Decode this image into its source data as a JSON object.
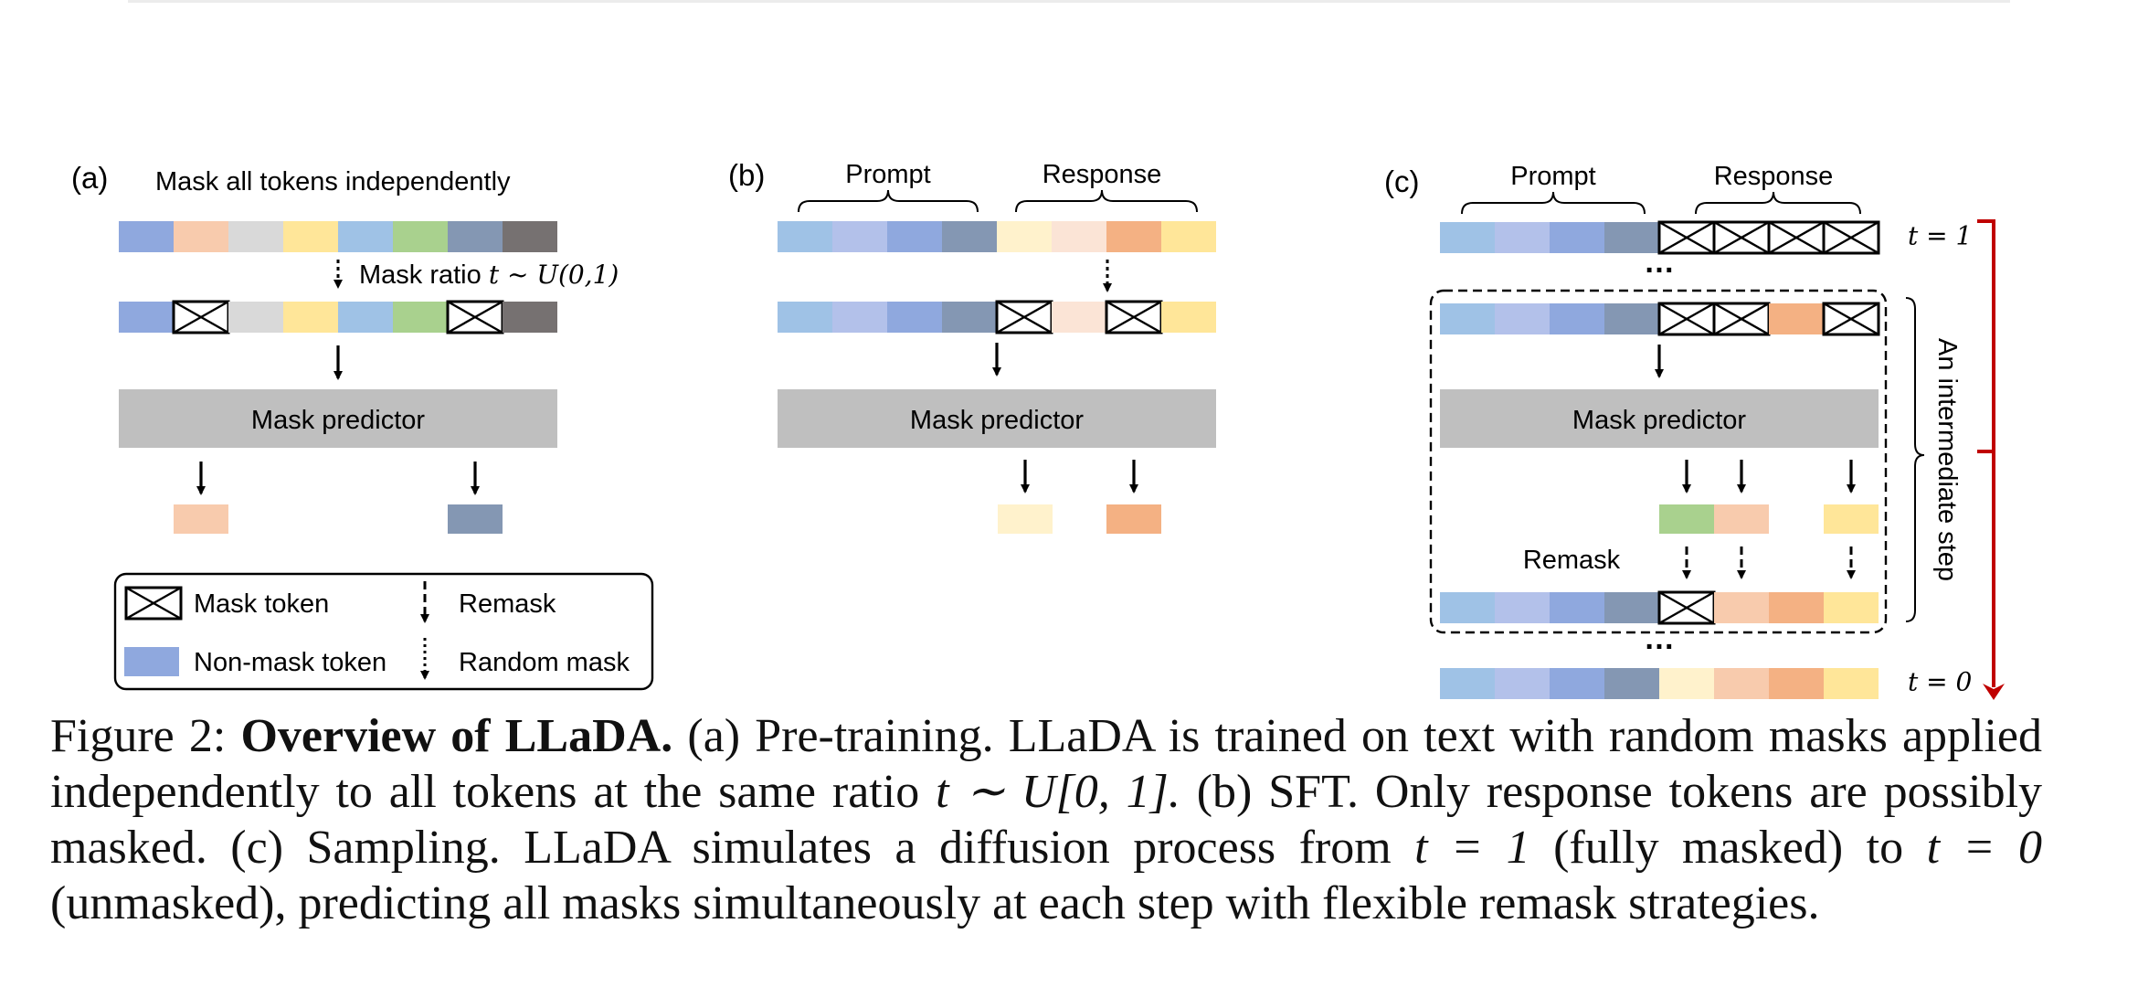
{
  "panel_a": {
    "label": "(a)",
    "title": "Mask all tokens independently",
    "mask_ratio_label": "Mask ratio",
    "mask_ratio_formula": "t ~ U(0,1)",
    "predictor_label": "Mask predictor"
  },
  "panel_b": {
    "label": "(b)",
    "prompt_label": "Prompt",
    "response_label": "Response",
    "predictor_label": "Mask predictor"
  },
  "panel_c": {
    "label": "(c)",
    "prompt_label": "Prompt",
    "response_label": "Response",
    "predictor_label": "Mask predictor",
    "remask_label": "Remask",
    "ellipsis": "…",
    "t_start": "t = 1",
    "t_end": "t = 0",
    "intermediate_label": "An intermediate step"
  },
  "legend": {
    "mask_token": "Mask token",
    "remask": "Remask",
    "non_mask_token": "Non-mask token",
    "random_mask": "Random mask"
  },
  "colors": {
    "blue_light": "#9fc2e6",
    "periwinkle": "#b3c1ea",
    "blue_mid": "#8fa8de",
    "slate": "#8497b3",
    "cream": "#fff2cc",
    "peach_light": "#fbe4d6",
    "salmon": "#f8cbad",
    "orange": "#f4b183",
    "yellow": "#ffe699",
    "gray_light": "#d9d9d9",
    "green": "#a9d18e",
    "dark_gray": "#767171",
    "predictor_gray": "#bfbfbf",
    "axis_red": "#c00000"
  },
  "caption": {
    "figure_label": "Figure 2:",
    "title": "Overview of LLaDA.",
    "body_1": "(a) Pre-training. LLaDA is trained on text with random masks applied independently to all tokens at the same ratio",
    "formula_1": "t ∼ U[0, 1].",
    "body_2": "(b) SFT. Only response tokens are possibly masked. (c) Sampling. LLaDA simulates a diffusion process from",
    "formula_2": "t = 1",
    "body_3": "(fully masked) to",
    "formula_3": "t = 0",
    "body_4": "(unmasked), predicting all masks simultaneously at each step with flexible remask strategies."
  }
}
